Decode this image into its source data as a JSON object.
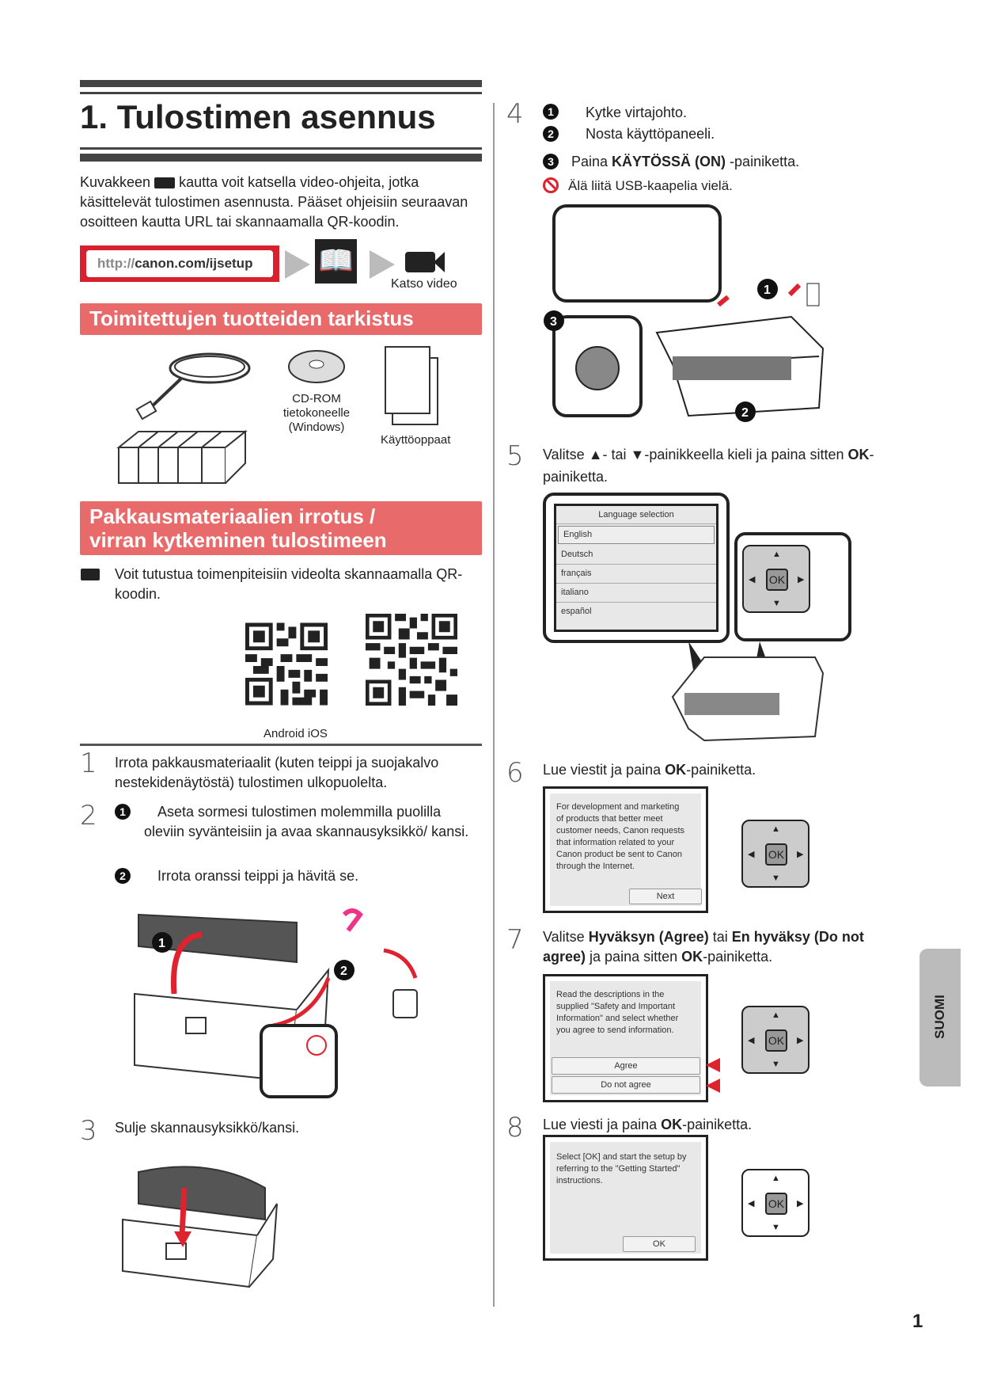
{
  "header": {
    "title": "1. Tulostimen asennus"
  },
  "intro": {
    "text_before": "Kuvakkeen",
    "text_after": "kautta voit katsella video-ohjeita, jotka käsittelevät tulostimen asennusta. Pääset ohjeisiin seuraavan osoitteen kautta URL tai skannaamalla QR-koodin.",
    "url_prefix": "http://",
    "url_main": "canon.com/ijsetup",
    "video_label": "Katso video"
  },
  "section1": {
    "title": "Toimitettujen tuotteiden tarkistus",
    "cd_label_1": "CD-ROM",
    "cd_label_2": "tietokoneelle",
    "cd_label_3": "(Windows)",
    "manuals_label": "Käyttöoppaat"
  },
  "section2": {
    "title_1": "Pakkausmateriaalien irrotus /",
    "title_2": "virran kytkeminen tulostimeen",
    "video_text": "Voit tutustua toimenpiteisiin videolta skannaamalla QR-koodin.",
    "qr_label": "Android iOS"
  },
  "steps": {
    "s1": {
      "num": "1",
      "text": "Irrota pakkausmateriaalit (kuten teippi ja suojakalvo nestekidenäytöstä) tulostimen ulkopuolelta."
    },
    "s2": {
      "num": "2",
      "b1": "1",
      "t1": "Aseta sormesi tulostimen molemmilla puolilla oleviin syvänteisiin ja avaa skannausyksikkö/ kansi.",
      "b2": "2",
      "t2": "Irrota oranssi teippi ja hävitä se."
    },
    "s3": {
      "num": "3",
      "text": "Sulje skannausyksikkö/kansi."
    },
    "s4": {
      "num": "4",
      "b1": "1",
      "t1": "Kytke virtajohto.",
      "b2": "2",
      "t2": "Nosta käyttöpaneeli.",
      "b3": "3",
      "t3_pre": "Paina ",
      "t3_bold": "KÄYTÖSSÄ (ON)",
      "t3_post": " -painiketta.",
      "warn": "Älä liitä USB-kaapelia vielä."
    },
    "s5": {
      "num": "5",
      "pre": "Valitse ",
      "up": "▲",
      "mid": "- tai ",
      "down": "▼",
      "post": "-painikkeella kieli ja paina sitten ",
      "ok": "OK",
      "post2": "-painiketta.",
      "screen_title": "Language selection",
      "languages": [
        "English",
        "Deutsch",
        "français",
        "italiano",
        "español"
      ]
    },
    "s6": {
      "num": "6",
      "pre": "Lue viestit ja paina ",
      "ok": "OK",
      "post": "-painiketta.",
      "screen_text": "For development and marketing of products that better meet customer needs, Canon requests that information related to your Canon product be sent to Canon through the Internet.",
      "screen_button": "Next"
    },
    "s7": {
      "num": "7",
      "pre": "Valitse ",
      "b1": "Hyväksyn (Agree)",
      "mid": " tai ",
      "b2": "En hyväksy (Do not agree)",
      "post": " ja paina sitten ",
      "ok": "OK",
      "post2": "-painiketta.",
      "screen_text": "Read the descriptions in the supplied \"Safety and Important Information\" and select whether you agree to send information.",
      "agree": "Agree",
      "disagree": "Do not agree"
    },
    "s8": {
      "num": "8",
      "pre": "Lue viesti ja paina ",
      "ok": "OK",
      "post": "-painiketta.",
      "screen_text": "Select [OK] and start the setup by referring to the \"Getting Started\" instructions.",
      "screen_button": "OK"
    }
  },
  "dpad": {
    "ok": "OK",
    "up": "▲",
    "down": "▼",
    "left": "◀",
    "right": "▶"
  },
  "side_tab": "SUOMI",
  "page_number": "1",
  "colors": {
    "accent": "#e86a6a",
    "url_red": "#d8202f"
  }
}
